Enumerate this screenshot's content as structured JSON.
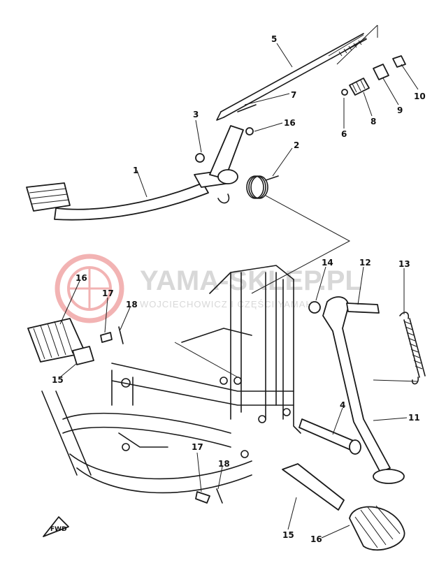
{
  "watermark": {
    "title": "YAMA-SKLEP.PL",
    "subtitle": "WOJCIECHOWICZ   I   CZĘŚCI   YAMAHA"
  },
  "direction_label": "FWD",
  "callouts": {
    "n1": "1",
    "n2": "2",
    "n3": "3",
    "n4": "4",
    "n5": "5",
    "n6": "6",
    "n7": "7",
    "n8": "8",
    "n9": "9",
    "n10": "10",
    "n11": "11",
    "n12": "12",
    "n13": "13",
    "n14": "14",
    "n15a": "15",
    "n15b": "15",
    "n16a": "16",
    "n16b": "16",
    "n16c": "16",
    "n17a": "17",
    "n17b": "17",
    "n18a": "18",
    "n18b": "18"
  },
  "colors": {
    "ink": "#1a1a1a",
    "watermark": "#d8d8d8",
    "logo": "#f2b3b3"
  }
}
